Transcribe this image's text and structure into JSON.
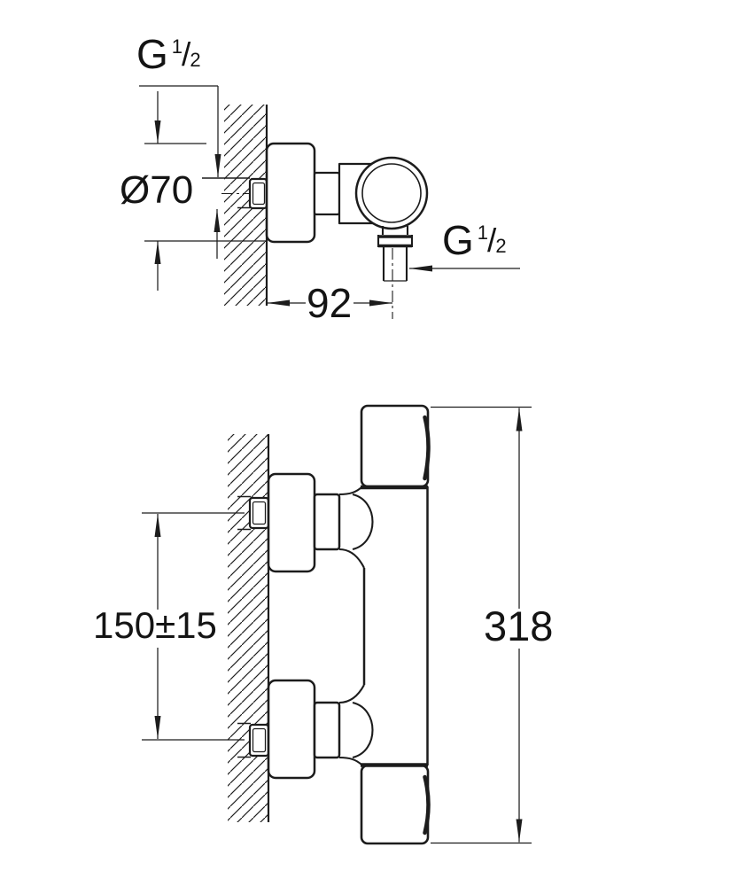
{
  "colors": {
    "background": "#ffffff",
    "line": "#1c1c1c"
  },
  "labels": {
    "side_view": {
      "inlet_thread": {
        "prefix": "G",
        "numerator": "1",
        "slash": "/",
        "denominator": "2"
      },
      "escutcheon_diameter": "Ø70",
      "outlet_thread": {
        "prefix": "G",
        "numerator": "1",
        "slash": "/",
        "denominator": "2"
      },
      "wall_to_outlet_distance": "92"
    },
    "front_view": {
      "inlet_center_spacing": "150±15",
      "overall_height": "318"
    }
  }
}
